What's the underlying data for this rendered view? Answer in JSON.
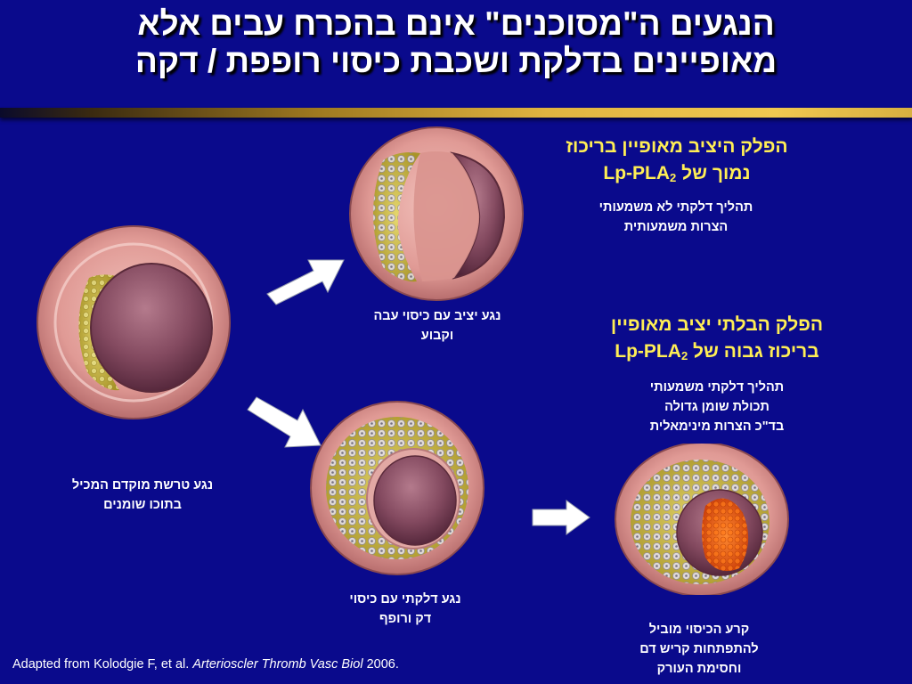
{
  "title": {
    "line1": "הנגעים ה\"מסוכנים\" אינם בהכרח עבים אלא",
    "line2": "מאופיינים בדלקת ושכבת כיסוי רופפת / דקה"
  },
  "stable_plaque": {
    "heading_line1": "הפלק היציב מאופיין בריכוז",
    "heading_line2_prefix": "נמוך של ",
    "lp_main": "Lp-PLA",
    "lp_sub": "2",
    "detail_line1": "תהליך דלקתי  לא משמעותי",
    "detail_line2": "הצרות משמעותית"
  },
  "unstable_plaque": {
    "heading_line1": "הפלק הבלתי יציב מאופיין",
    "heading_line2_prefix": "בריכוז גבוה של ",
    "lp_main": "Lp-PLA",
    "lp_sub": "2",
    "detail_line1": "תהליך דלקתי  משמעותי",
    "detail_line2": "תכולת שומן גדולה",
    "detail_line3": "בד\"כ הצרות מינימאלית"
  },
  "captions": {
    "early_lesion_line1": "נגע טרשת מוקדם המכיל",
    "early_lesion_line2": "בתוכו שומנים",
    "stable_lesion_line1": "נגע יציב עם כיסוי עבה",
    "stable_lesion_line2": "וקבוע",
    "inflamed_lesion_line1": "נגע דלקתי עם כיסוי",
    "inflamed_lesion_line2": "דק ורופף",
    "rupture_line1": "קרע הכיסוי מוביל",
    "rupture_line2": "להתפתחות קריש דם",
    "rupture_line3": "וחסימת העורק"
  },
  "citation": {
    "prefix": "Adapted from Kolodgie F, et al. ",
    "journal": "Arterioscler Thromb Vasc Biol",
    "year": " 2006."
  },
  "colors": {
    "background": "#0a0a8c",
    "heading": "#ffee55",
    "text": "#ffffff",
    "vessel_wall": "#e8a5a0",
    "lumen": "#7a3a50",
    "lipid": "#c8b840",
    "thrombus": "#e85010"
  }
}
